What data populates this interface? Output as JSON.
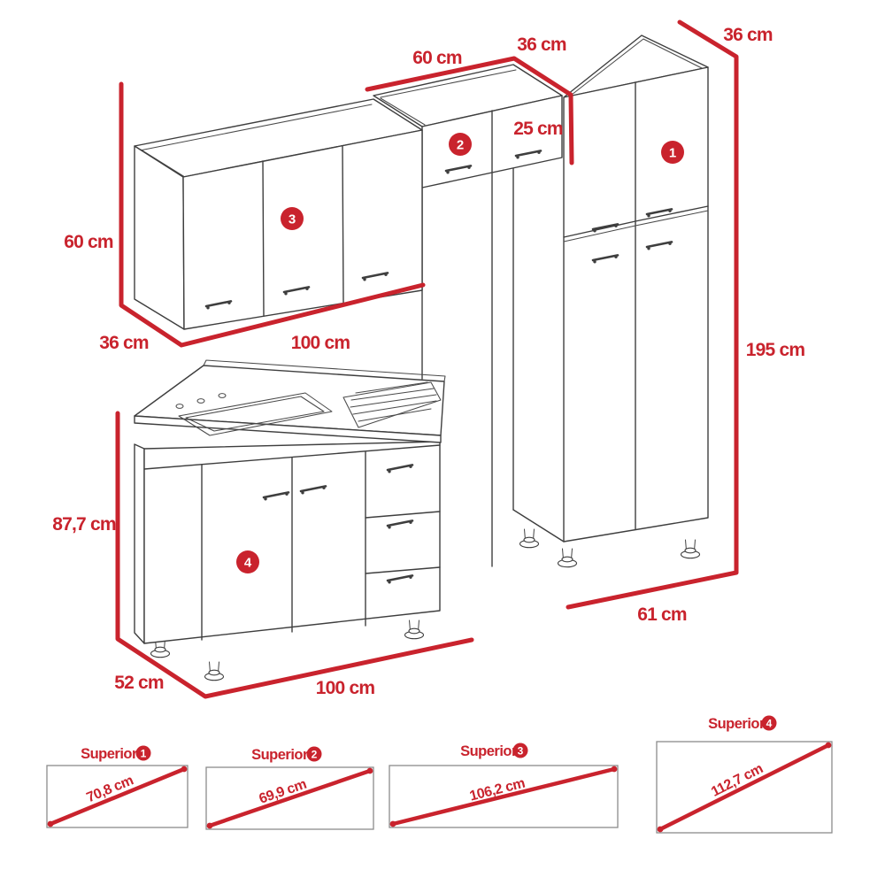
{
  "title": "kitchen-cabinet-dimension-diagram",
  "colors": {
    "accent": "#c9232d",
    "line": "#3e3e3e",
    "box_border": "#8c8c8c",
    "background": "#ffffff"
  },
  "cabinets": {
    "c1": {
      "num": "1",
      "labels": {
        "depth_top": "36 cm",
        "height": "195 cm",
        "width_bottom": "61 cm"
      }
    },
    "c2": {
      "num": "2",
      "labels": {
        "width": "60 cm",
        "depth": "36 cm",
        "height": "25 cm"
      }
    },
    "c3": {
      "num": "3",
      "labels": {
        "height": "60 cm",
        "depth": "36 cm",
        "width": "100 cm"
      }
    },
    "c4": {
      "num": "4",
      "labels": {
        "height": "87,7 cm",
        "depth": "52 cm",
        "width": "100 cm"
      }
    }
  },
  "superior": [
    {
      "label": "Superior",
      "num": "1",
      "diagonal": "70,8 cm"
    },
    {
      "label": "Superior",
      "num": "2",
      "diagonal": "69,9 cm"
    },
    {
      "label": "Superior",
      "num": "3",
      "diagonal": "106,2 cm"
    },
    {
      "label": "Superior",
      "num": "4",
      "diagonal": "112,7 cm"
    }
  ]
}
